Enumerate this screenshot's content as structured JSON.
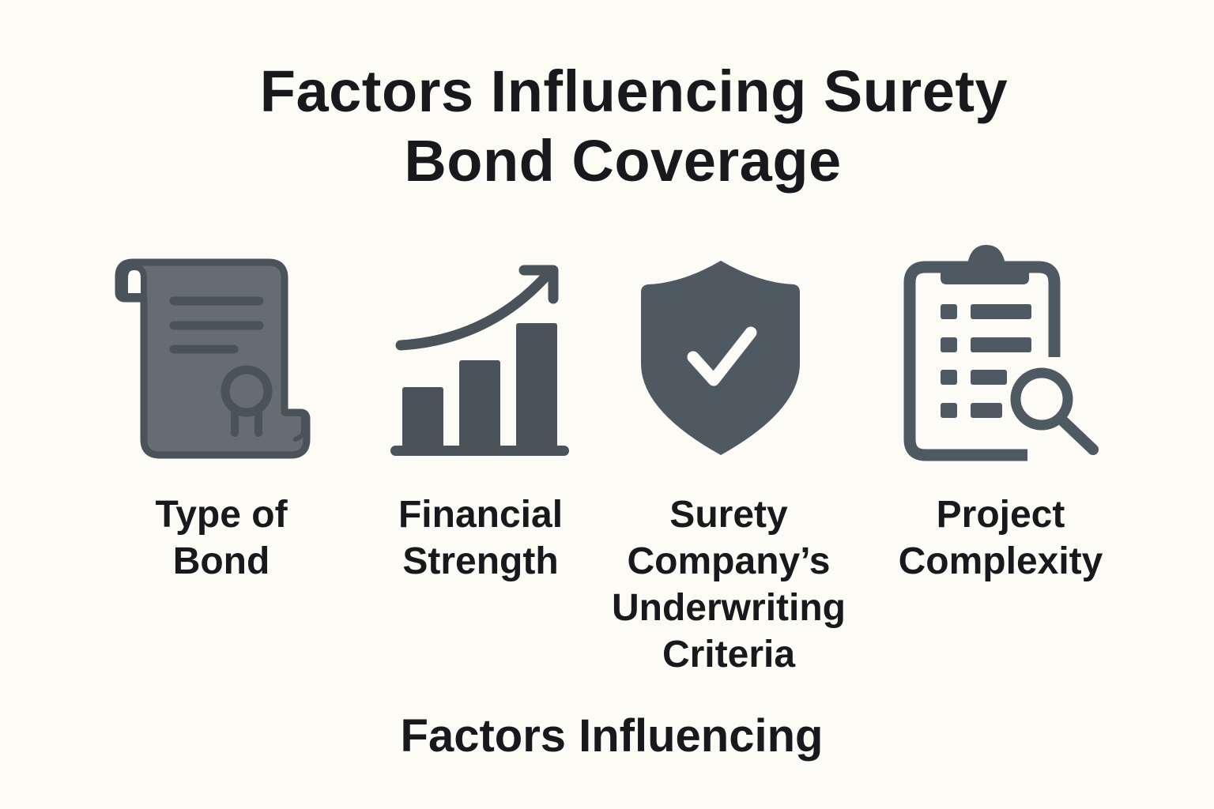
{
  "title": {
    "line1": "Factors Influencing Surety",
    "line2": "Bond Coverage"
  },
  "colors": {
    "background": "#fcfbf6",
    "text": "#17191d",
    "icon_dark": "#4a5359",
    "icon_main": "#4f5961",
    "icon_fill_light": "#666d72"
  },
  "factors": [
    {
      "icon": "scroll-certificate-icon",
      "label_lines": [
        "Type of",
        "Bond"
      ]
    },
    {
      "icon": "bar-chart-growth-icon",
      "label_lines": [
        "Financial",
        "Strength"
      ]
    },
    {
      "icon": "shield-check-icon",
      "label_lines": [
        "Surety",
        "Company’s",
        "Underwriting",
        "Criteria"
      ]
    },
    {
      "icon": "clipboard-search-icon",
      "label_lines": [
        "Project",
        "Complexity"
      ]
    }
  ],
  "footer": {
    "text": "Factors Influencing"
  }
}
